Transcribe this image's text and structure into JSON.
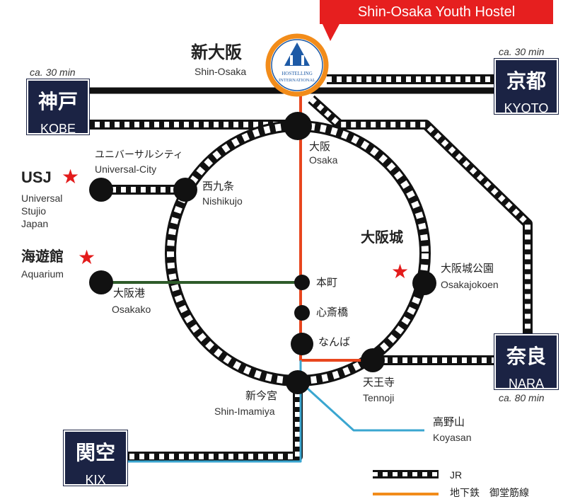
{
  "hostel": {
    "callout": "Shin-Osaka Youth Hostel",
    "logo_line1": "HOSTELLING",
    "logo_line2": "INTERNATIONAL"
  },
  "stations": {
    "shin_osaka": {
      "jp": "新大阪",
      "en": "Shin-Osaka"
    },
    "osaka": {
      "jp": "大阪",
      "en": "Osaka"
    },
    "universal_city": {
      "jp": "ユニバーサルシティ",
      "en": "Universal-City"
    },
    "nishikujo": {
      "jp": "西九条",
      "en": "Nishikujo"
    },
    "osakako": {
      "jp": "大阪港",
      "en": "Osakako"
    },
    "honmachi": {
      "jp": "本町"
    },
    "shinsaibashi": {
      "jp": "心斎橋"
    },
    "namba": {
      "jp": "なんば"
    },
    "osakajokoen": {
      "jp": "大阪城公園",
      "en": "Osakajokoen"
    },
    "tennoji": {
      "jp": "天王寺",
      "en": "Tennoji"
    },
    "shin_imamiya": {
      "jp": "新今宮",
      "en": "Shin-Imamiya"
    },
    "koyasan": {
      "jp": "高野山",
      "en": "Koyasan"
    }
  },
  "cities": {
    "kobe": {
      "jp": "神戸",
      "en": "KOBE",
      "time": "ca. 30 min"
    },
    "kyoto": {
      "jp": "京都",
      "en": "KYOTO",
      "time": "ca. 30 min"
    },
    "nara": {
      "jp": "奈良",
      "en": "NARA",
      "time": "ca. 80 min"
    },
    "kix": {
      "jp": "関空",
      "en": "KIX"
    }
  },
  "attractions": {
    "usj": {
      "title": "USJ",
      "line1": "Universal",
      "line2": "Stujio",
      "line3": "Japan"
    },
    "aquarium": {
      "jp": "海遊館",
      "en": "Aquarium"
    },
    "osaka_castle": {
      "jp": "大阪城"
    }
  },
  "legend": {
    "jr": "JR",
    "subway": "地下鉄　御堂筋線"
  },
  "colors": {
    "jr": "#111111",
    "subway_midosuji": "#e8461e",
    "nankai": "#3aa6d0",
    "chuo_line": "#2e5b2a",
    "box": "#1b2344",
    "star": "#e31b1b",
    "callout": "#e61f1f",
    "hostel_ring": "#f28c1a",
    "hostel_logo": "#1d5aa6"
  }
}
